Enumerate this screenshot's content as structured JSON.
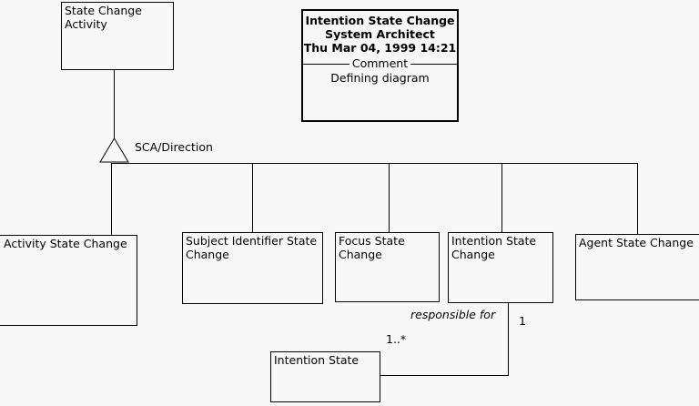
{
  "diagram": {
    "type": "uml-class-diagram",
    "background_color": "#f7f7f7",
    "line_color": "#000000"
  },
  "title_block": {
    "name": "Intention State Change",
    "author": "System Architect",
    "timestamp": "Thu Mar 04, 1999  14:21",
    "divider_label": "Comment",
    "comment": "Defining diagram"
  },
  "classes": {
    "superclass": {
      "name": "State Change\nActivity"
    },
    "subclasses": [
      {
        "name": "Activity State Change"
      },
      {
        "name": "Subject Identifier State\nChange"
      },
      {
        "name": "Focus State\nChange"
      },
      {
        "name": "Intention State\nChange"
      },
      {
        "name": "Agent State Change"
      }
    ],
    "associated": {
      "name": "Intention State"
    }
  },
  "relationships": {
    "generalization": {
      "label": "SCA/Direction",
      "parent": "State Change Activity",
      "children": [
        "Activity State Change",
        "Subject Identifier State Change",
        "Focus State Change",
        "Intention State Change",
        "Agent State Change"
      ]
    },
    "association": {
      "label": "responsible for",
      "from": "Intention State Change",
      "to": "Intention State",
      "multiplicity_source": "1",
      "multiplicity_target": "1..*"
    }
  }
}
